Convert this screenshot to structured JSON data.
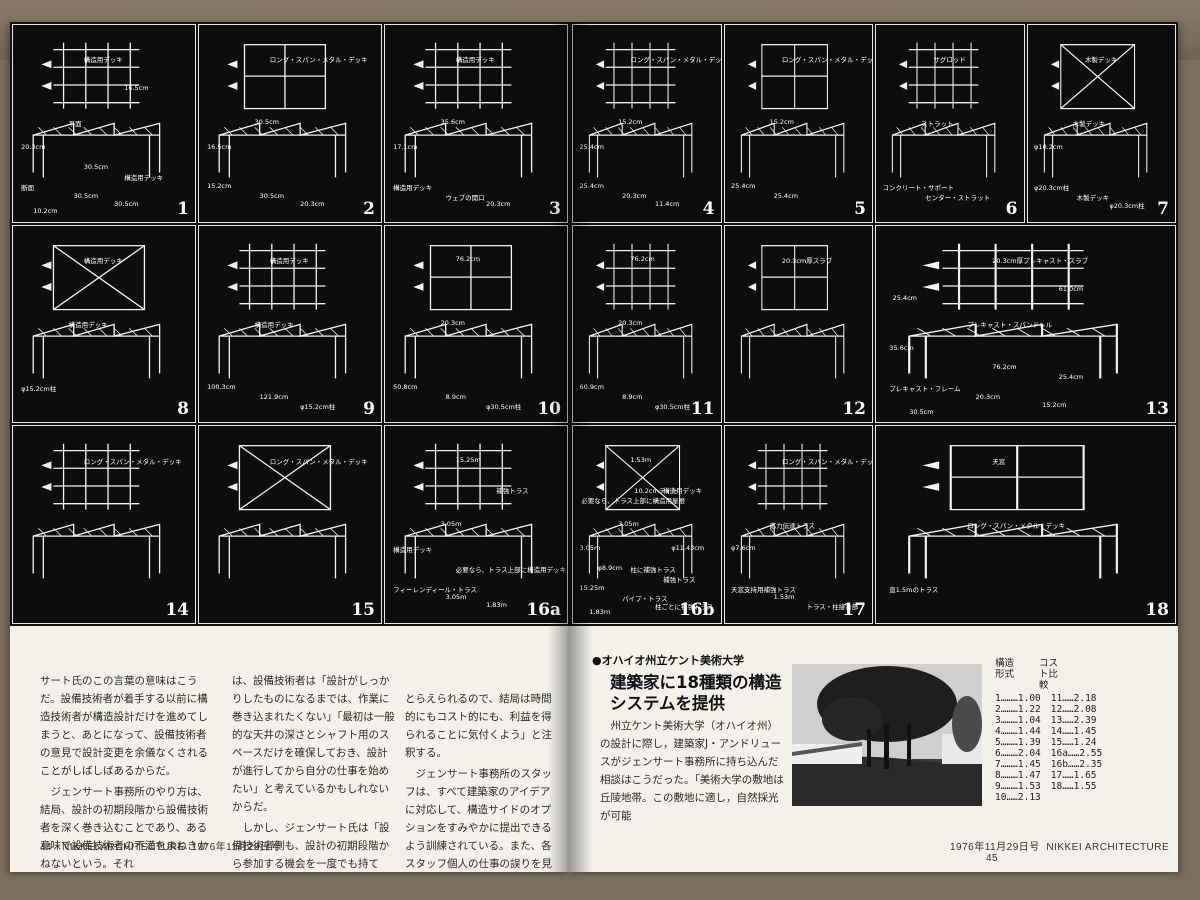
{
  "left_page": {
    "cells": [
      {
        "number": "1",
        "labels": [
          "構造用デッキ",
          "平面",
          "断面",
          "30.5cm",
          "30.5cm",
          "20.3cm",
          "16.5cm",
          "30.5cm",
          "10.2cm",
          "構造用デッキ"
        ]
      },
      {
        "number": "2",
        "labels": [
          "ロング・スパン・メタル・デッキ",
          "30.5cm",
          "15.2cm",
          "30.5cm",
          "20.3cm",
          "16.5cm"
        ]
      },
      {
        "number": "3",
        "labels": [
          "構造用デッキ",
          "35.6cm",
          "構造用デッキ",
          "ウェブの開口",
          "20.3cm",
          "17.1cm"
        ]
      },
      {
        "number": "8",
        "labels": [
          "構造用デッキ",
          "構造用デッキ",
          "φ15.2cm柱"
        ]
      },
      {
        "number": "9",
        "labels": [
          "構造用デッキ",
          "構造用デッキ",
          "100.3cm",
          "121.9cm",
          "φ15.2cm柱"
        ]
      },
      {
        "number": "10",
        "labels": [
          "76.2cm",
          "20.3cm",
          "50.8cm",
          "8.9cm",
          "φ30.5cm柱"
        ]
      },
      {
        "number": "14",
        "labels": [
          "ロング・スパン・メタル・デッキ"
        ]
      },
      {
        "number": "15",
        "labels": [
          "ロング・スパン・メタル・デッキ"
        ]
      },
      {
        "number": "16a",
        "labels": [
          "15.25m",
          "3.05m",
          "フィーレンディール・トラス",
          "3.05m",
          "1.83m",
          "構造用デッキ",
          "補強トラス",
          "必要なら、トラス上部に構造用デッキ"
        ]
      }
    ],
    "body": {
      "col1": [
        "サート氏のこの言葉の意味はこうだ。設備技術者が着手する以前に構造技術者が構造設計だけを進めてしまうと、あとになって、設備技術者の意見で設計変更を余儀なくされることがしばしばあるからだ。",
        "ジェンサート事務所のやり方は、結局、設計の初期段階から設備技術者を深く巻き込むことであり、ある意味で設備技術者の不満をまねきかねないという。それ"
      ],
      "col2": [
        "は、設備技術者は「設計がしっかりしたものになるまでは、作業に巻き込まれたくない」「最初は一般的な天井の深さとシャフト用のスペースだけを確保しておき、設計が進行してから自分の仕事を始めたい」と考えているかもしれないからだ。",
        "しかし、ジェンサート氏は「設備技術者側も、設計の初期段階から参加する機会を一度でも持てば、仕事の内容を早く"
      ],
      "col3": [
        "とらえられるので、結局は時間的にもコスト的にも、利益を得られることに気付くよう」と注釈する。",
        "ジェンサート事務所のスタッフは、すべて建築家のアイデアに対応して、構造サイドのオプションをすみやかに提出できるよう訓練されている。また、各スタッフ個人の仕事の誤りを見つけ出せるよう、クロスチェック体制についても十分の注意が払われているという。"
      ]
    },
    "footer": {
      "page": "44",
      "magazine": "NIKKEI ARCHITECTURE",
      "date": "1976年11月29日号"
    }
  },
  "right_page": {
    "cells": [
      {
        "number": "4",
        "labels": [
          "ロング・スパン・メタル・デッキ",
          "15.2cm",
          "25.4cm",
          "20.3cm",
          "11.4cm",
          "25.4cm"
        ]
      },
      {
        "number": "5",
        "labels": [
          "ロング・スパン・メタル・デッキ",
          "15.2cm",
          "25.4cm",
          "25.4cm"
        ]
      },
      {
        "number": "6",
        "labels": [
          "サグロッド",
          "ストラット",
          "コンクリート・サポート",
          "センター・ストラット"
        ]
      },
      {
        "number": "7",
        "labels": [
          "木製デッキ",
          "木製デッキ",
          "φ20.3cm柱",
          "木製デッキ",
          "φ20.3cm柱",
          "φ10.2cm"
        ]
      },
      {
        "number": "11",
        "labels": [
          "76.2cm",
          "20.3cm",
          "60.9cm",
          "8.9cm",
          "φ30.5cm柱"
        ]
      },
      {
        "number": "12",
        "labels": [
          "20.3cm厚スラブ"
        ]
      },
      {
        "number": "13",
        "labels": [
          "20.3cm厚プレキャスト・スラブ",
          "プレキャスト・スパンドレル",
          "プレキャスト・フレーム",
          "20.3cm",
          "15.2cm",
          "35.6cm",
          "61.0cm",
          "76.2cm",
          "30.5cm",
          "25.4cm",
          "25.4cm"
        ]
      },
      {
        "number": "16b",
        "labels": [
          "1.53m",
          "3.05m",
          "15.25m",
          "パイプ・トラス",
          "柱ごとに補強トラス",
          "3.05m",
          "構造用デッキ",
          "柱に補強トラス",
          "1.83m",
          "補強トラス",
          "必要なら、トラス上部に構造用屋根",
          "φ11.43cm",
          "10.2cmティー",
          "φ8.9cm"
        ]
      },
      {
        "number": "17",
        "labels": [
          "ロング・スパン・メタル・デッキ",
          "応力伝達トラス",
          "天窓支持用補強トラス",
          "1.53m",
          "トラス・柱接合部",
          "φ7.6cm"
        ]
      },
      {
        "number": "18",
        "labels": [
          "天窓",
          "ロング・スパン・メタル・デッキ",
          "直1.5mのトラス"
        ]
      }
    ],
    "article": {
      "kicker": "●オハイオ州立ケント美術大学",
      "headline": "建築家に18種類の構造システムを提供",
      "body": "州立ケント美術大学（オハイオ州）の設計に際し，建築家J・アンドリュースがジェンサート事務所に持ち込んだ相談はこうだった。「美術大学の敷地は丘陵地帯。この敷地に適し，自然採光が可能"
    },
    "cost_table": {
      "header_left": "構造形式",
      "header_right": "コスト比較",
      "rows_left": [
        "1………1.00",
        "2………1.22",
        "3………1.04",
        "4………1.44",
        "5………1.39",
        "6………2.04",
        "7………1.45",
        "8………1.47",
        "9………1.53",
        "10……2.13"
      ],
      "rows_right": [
        "11……2.18",
        "12……2.08",
        "13……2.39",
        "14……1.45",
        "15……1.24",
        "16a……2.55",
        "16b……2.35",
        "17……1.65",
        "18……1.55"
      ]
    },
    "footer": {
      "date": "1976年11月29日号",
      "magazine": "NIKKEI ARCHITECTURE",
      "page": "45"
    }
  }
}
